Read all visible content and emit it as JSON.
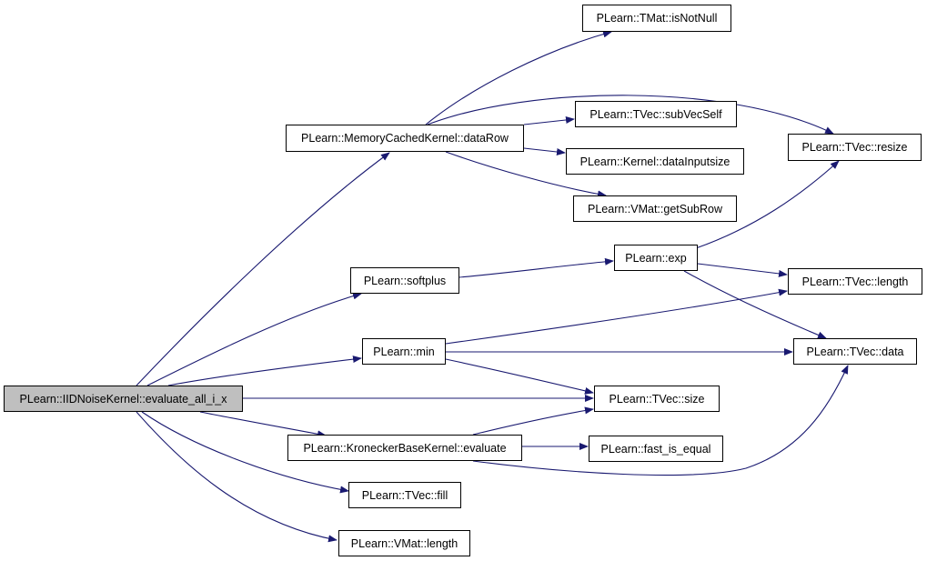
{
  "diagram": {
    "line_color": "#191970",
    "root_fill": "#bfbfbf",
    "nodes": {
      "root": "PLearn::IIDNoiseKernel::evaluate_all_i_x",
      "tmat_isnotnull": "PLearn::TMat::isNotNull",
      "mck_datarow": "PLearn::MemoryCachedKernel::dataRow",
      "tvec_subvecself": "PLearn::TVec::subVecSelf",
      "tvec_resize": "PLearn::TVec::resize",
      "kernel_datainputsize": "PLearn::Kernel::dataInputsize",
      "vmat_getsubrow": "PLearn::VMat::getSubRow",
      "exp": "PLearn::exp",
      "softplus": "PLearn::softplus",
      "tvec_length": "PLearn::TVec::length",
      "min": "PLearn::min",
      "tvec_data": "PLearn::TVec::data",
      "tvec_size": "PLearn::TVec::size",
      "kbk_evaluate": "PLearn::KroneckerBaseKernel::evaluate",
      "fast_is_equal": "PLearn::fast_is_equal",
      "tvec_fill": "PLearn::TVec::fill",
      "vmat_length": "PLearn::VMat::length"
    },
    "edges": [
      [
        "root",
        "mck_datarow"
      ],
      [
        "root",
        "softplus"
      ],
      [
        "root",
        "min"
      ],
      [
        "root",
        "tvec_size"
      ],
      [
        "root",
        "kbk_evaluate"
      ],
      [
        "root",
        "tvec_fill"
      ],
      [
        "root",
        "vmat_length"
      ],
      [
        "mck_datarow",
        "tmat_isnotnull"
      ],
      [
        "mck_datarow",
        "tvec_resize"
      ],
      [
        "mck_datarow",
        "tvec_subvecself"
      ],
      [
        "mck_datarow",
        "kernel_datainputsize"
      ],
      [
        "mck_datarow",
        "vmat_getsubrow"
      ],
      [
        "softplus",
        "exp"
      ],
      [
        "exp",
        "tvec_resize"
      ],
      [
        "exp",
        "tvec_length"
      ],
      [
        "exp",
        "tvec_data"
      ],
      [
        "min",
        "tvec_length"
      ],
      [
        "min",
        "tvec_data"
      ],
      [
        "min",
        "tvec_size"
      ],
      [
        "kbk_evaluate",
        "tvec_size"
      ],
      [
        "kbk_evaluate",
        "fast_is_equal"
      ],
      [
        "kbk_evaluate",
        "tvec_data"
      ]
    ]
  }
}
